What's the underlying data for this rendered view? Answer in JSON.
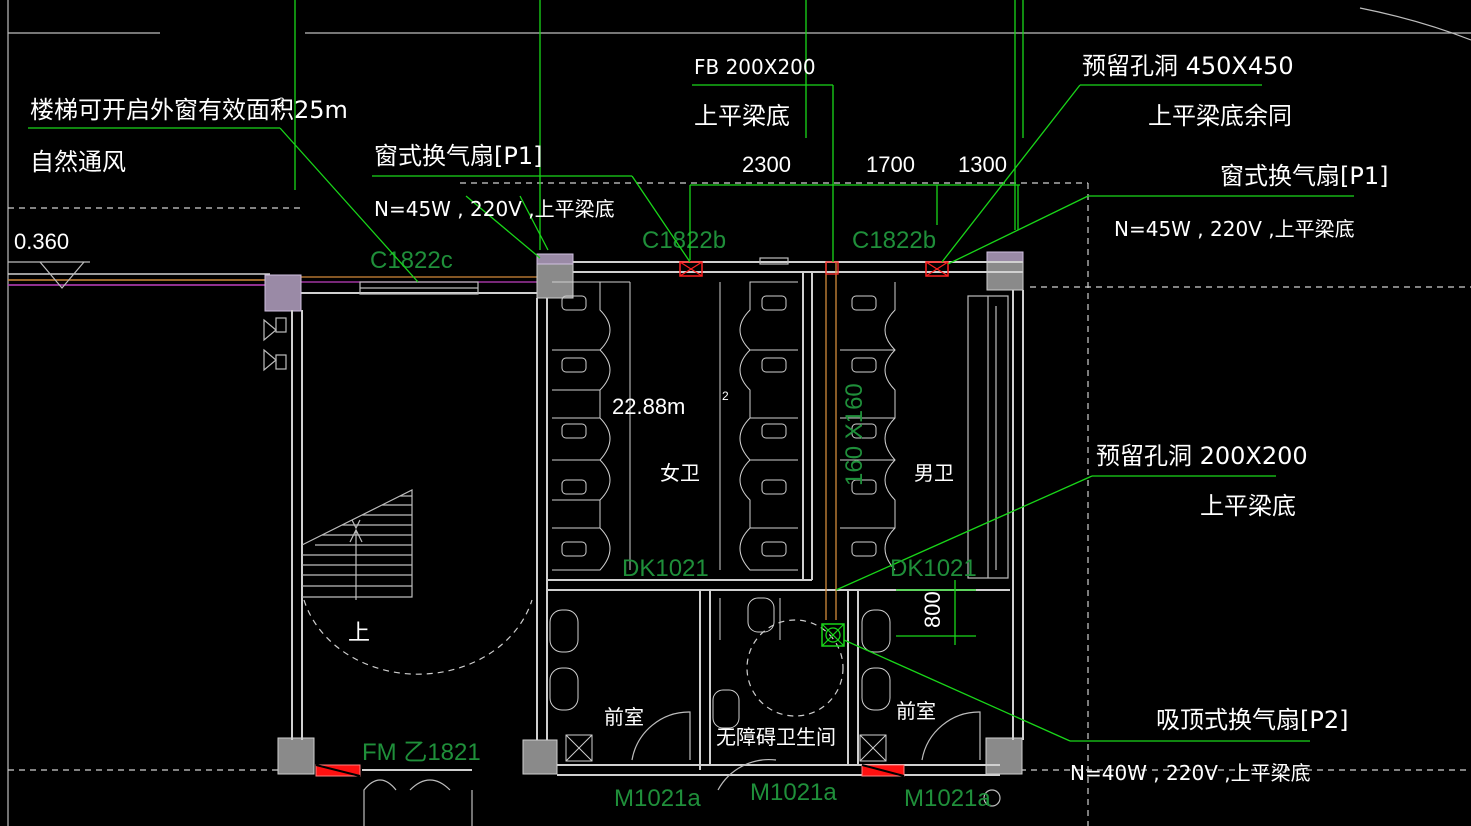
{
  "colors": {
    "background": "#000000",
    "leader": "#19d619",
    "wall": "#d0d0d0",
    "fan": "#ff2020",
    "door_red": "#ff1010",
    "label_green": "#1f8f3a"
  },
  "annotations": {
    "stair_window_line1": "楼梯可开启外窗有效面积25m",
    "stair_window_sup": "2",
    "stair_window_line2": "自然通风",
    "elevation": "0.360",
    "fan1_title": "窗式换气扇[P1]",
    "fan1_spec": "N=45W  , 220V  ,上平梁底",
    "fb_size": "FB  200X200",
    "fb_note": "上平梁底",
    "hole1_title": "预留孔洞 450X450",
    "hole1_note": "上平梁底余同",
    "fan2_title": "窗式换气扇[P1]",
    "fan2_spec": "N=45W  , 220V  ,上平梁底",
    "hole2_title": "预留孔洞 200X200",
    "hole2_note": "上平梁底",
    "fan3_title": "吸顶式换气扇[P2]",
    "fan3_spec": "N=40W  , 220V  ,上平梁底"
  },
  "dimensions": {
    "d1": "2300",
    "d2": "1700",
    "d3": "1300",
    "duct": "160 X160",
    "d800": "800"
  },
  "room_labels": {
    "area": "22.88m",
    "area_sup": "2",
    "female_wc": "女卫",
    "male_wc": "男卫",
    "anteroom_left": "前室",
    "anteroom_right": "前室",
    "accessible_wc": "无障碍卫生间",
    "stair_up": "上"
  },
  "element_labels": {
    "window_c": "C1822c",
    "window_b1": "C1822b",
    "window_b2": "C1822b",
    "dk_left": "DK1021",
    "dk_right": "DK1021",
    "fm_door": "FM 乙1821",
    "door_m1": "M1021a",
    "door_m2": "M1021a",
    "door_m3": "M1021a"
  }
}
